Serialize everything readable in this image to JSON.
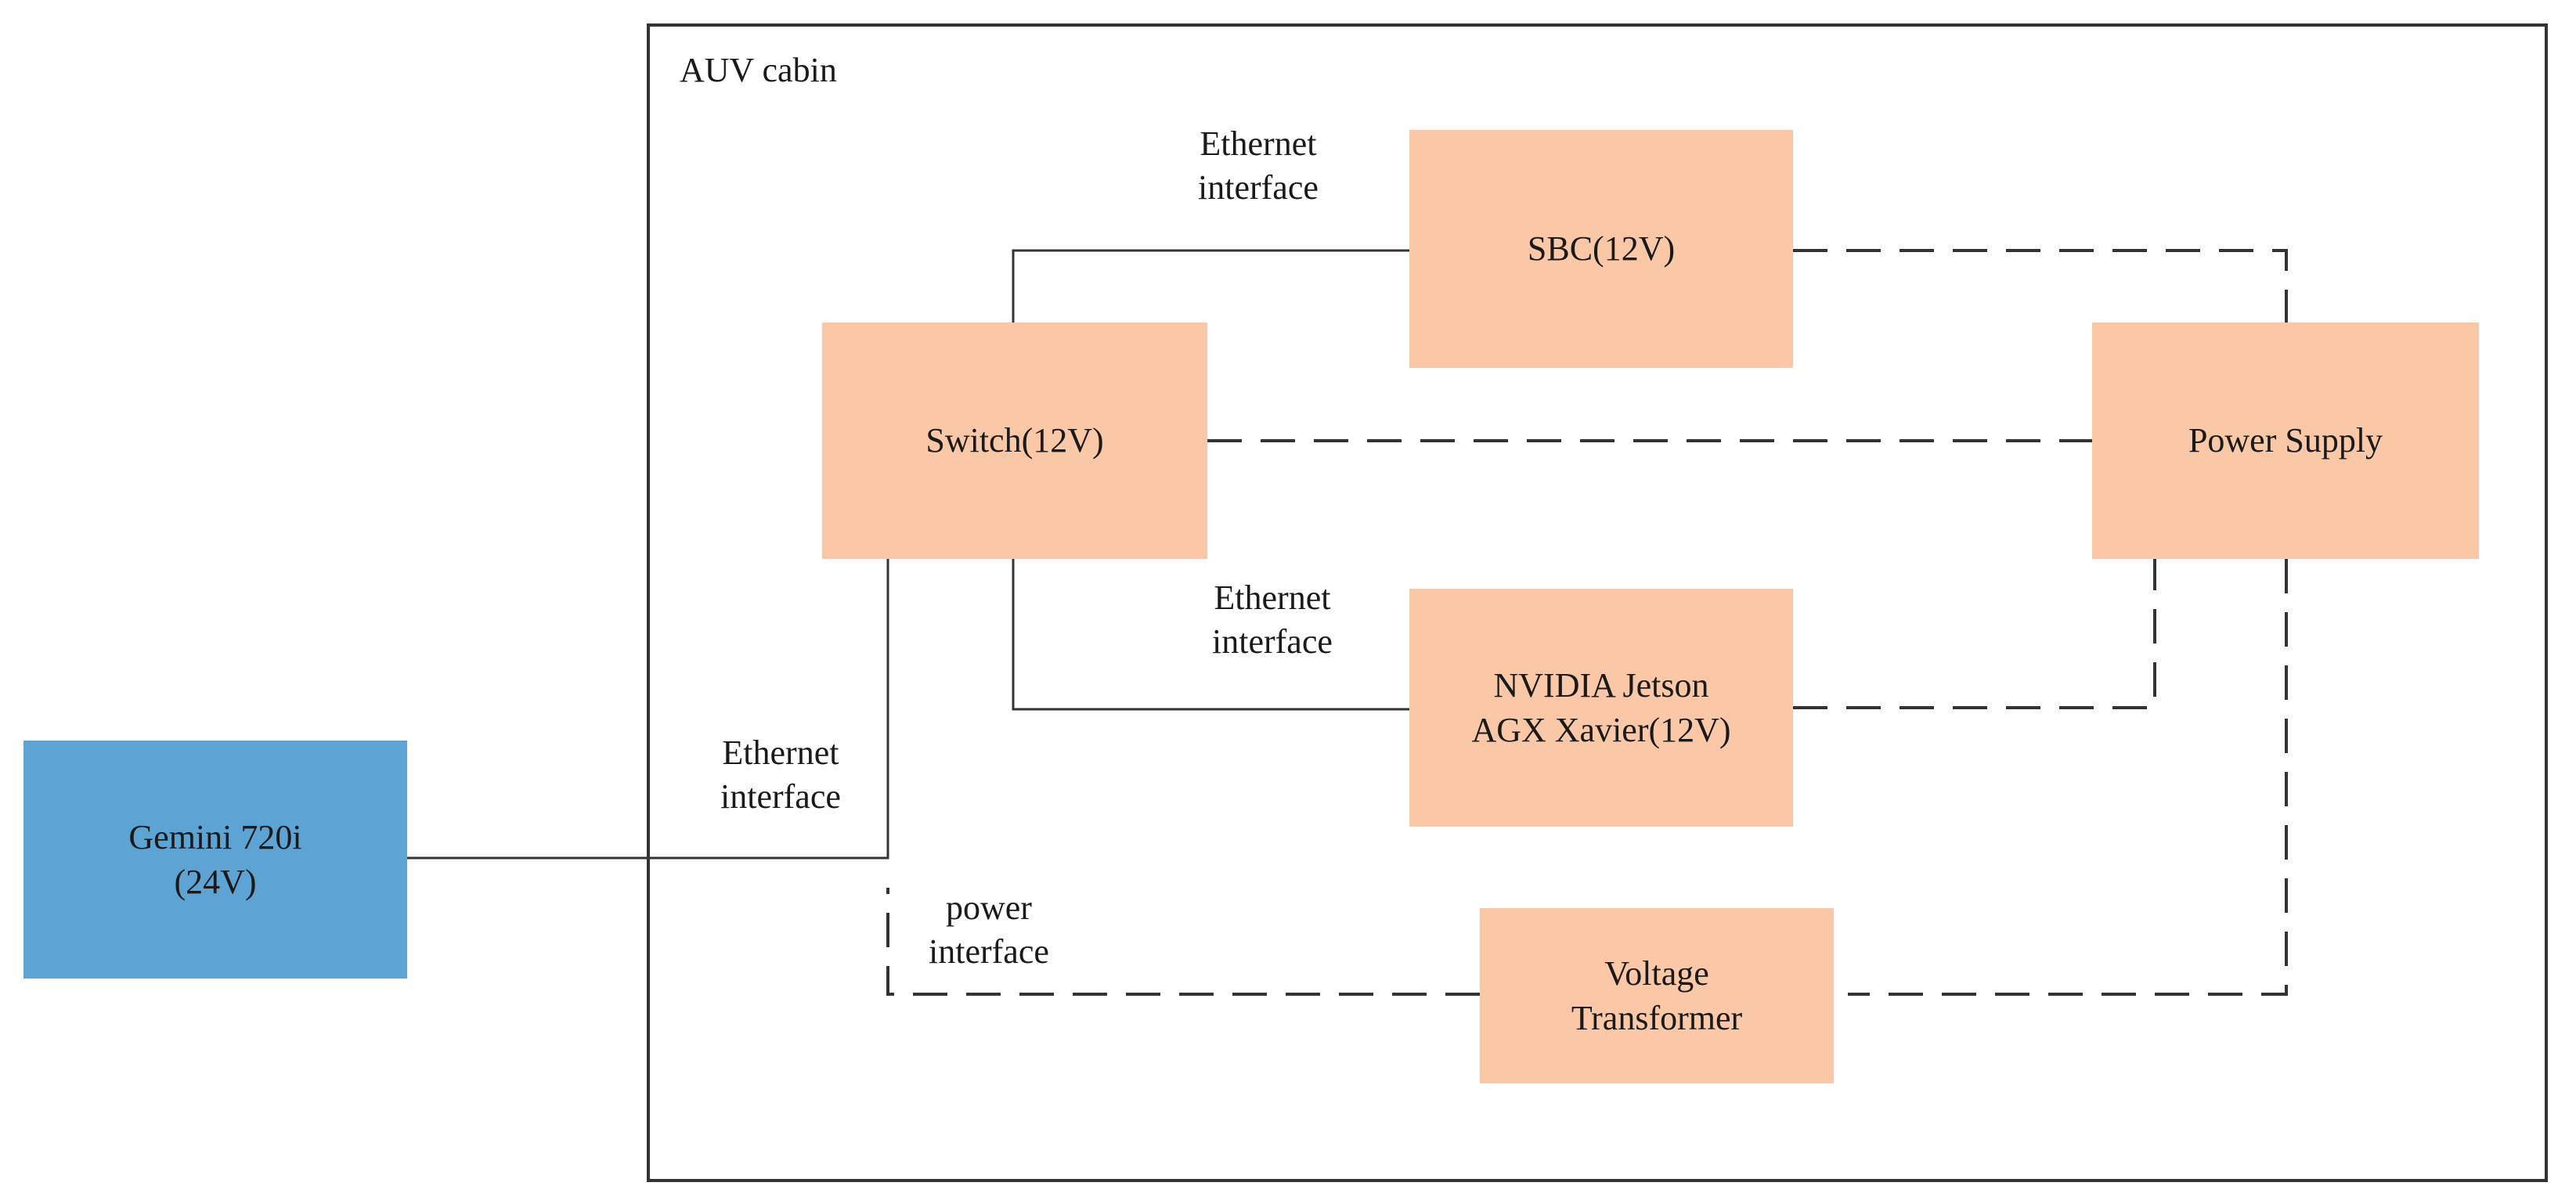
{
  "cabin": {
    "label": "AUV cabin"
  },
  "nodes": {
    "sbc": {
      "label": "SBC(12V)"
    },
    "switch": {
      "label": "Switch(12V)"
    },
    "power_supply": {
      "label": "Power Supply"
    },
    "jetson": {
      "line1": "NVIDIA Jetson",
      "line2": "AGX Xavier(12V)"
    },
    "gemini": {
      "line1": "Gemini 720i",
      "line2": "(24V)"
    },
    "voltage_transformer": {
      "line1": "Voltage",
      "line2": "Transformer"
    }
  },
  "edge_labels": {
    "ethernet_sbc": {
      "line1": "Ethernet",
      "line2": "interface"
    },
    "ethernet_jetson": {
      "line1": "Ethernet",
      "line2": "interface"
    },
    "ethernet_gemini": {
      "line1": "Ethernet",
      "line2": "interface"
    },
    "power": {
      "line1": "power",
      "line2": "interface"
    }
  },
  "colors": {
    "node_fill": "#fac7a7",
    "sensor_fill": "#5da3d3",
    "line": "#333333"
  }
}
